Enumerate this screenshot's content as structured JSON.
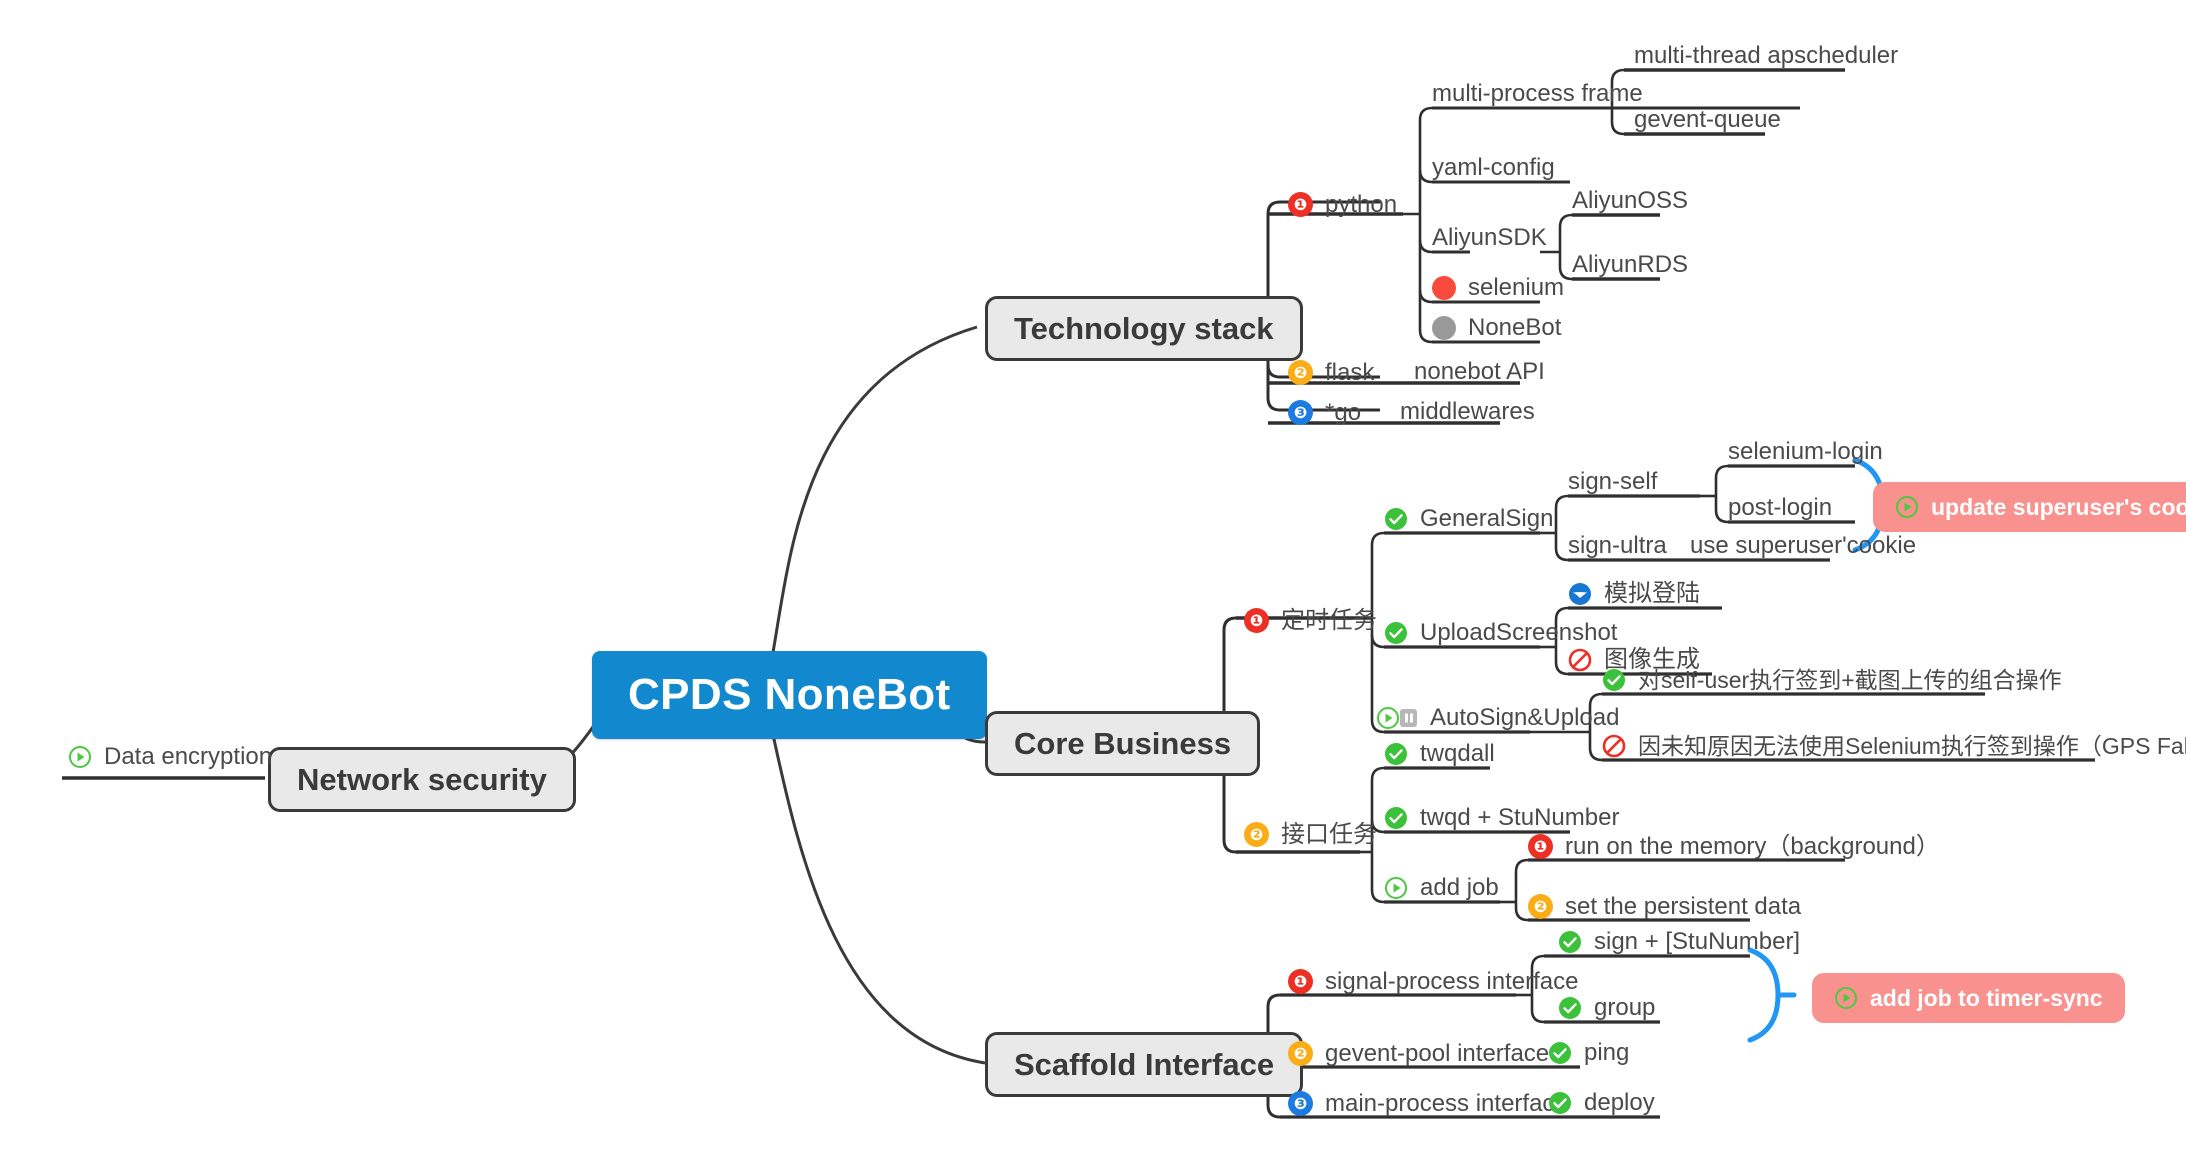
{
  "root": {
    "label": "CPDS NoneBot",
    "color": "#1289CE"
  },
  "topics": {
    "technology": "Technology stack",
    "core": "Core Business",
    "scaffold": "Scaffold Interface",
    "network": "Network security"
  },
  "network_security": {
    "items": [
      {
        "label": "Data encryption",
        "icon": "play-circle-icon"
      }
    ]
  },
  "technology_stack": {
    "items": [
      {
        "label": "python",
        "icon": "badge-1-icon"
      },
      {
        "label": "flask",
        "icon": "badge-2-icon"
      },
      {
        "label": "*go",
        "icon": "badge-3-icon"
      }
    ],
    "python_children": [
      {
        "label": "multi-process frame",
        "icon": "none"
      },
      {
        "label": "yaml-config",
        "icon": "none"
      },
      {
        "label": "AliyunSDK",
        "icon": "none"
      },
      {
        "label": "selenium",
        "icon": "red-dot-icon"
      },
      {
        "label": "NoneBot",
        "icon": "gray-dot-icon"
      }
    ],
    "multi_process_children": [
      {
        "label": "multi-thread apscheduler"
      },
      {
        "label": "gevent-queue"
      }
    ],
    "aliyunsdk_children": [
      {
        "label": "AliyunOSS"
      },
      {
        "label": "AliyunRDS"
      }
    ],
    "flask_children": [
      {
        "label": "nonebot API"
      }
    ],
    "go_children": [
      {
        "label": "middlewares"
      }
    ]
  },
  "core_business": {
    "items": [
      {
        "label": "定时任务",
        "icon": "badge-1-icon"
      },
      {
        "label": "接口任务",
        "icon": "badge-2-icon"
      }
    ],
    "timed_children": [
      {
        "label": "GeneralSign",
        "icon": "green-check-icon"
      },
      {
        "label": "UploadScreenshot",
        "icon": "green-check-icon"
      },
      {
        "label": "AutoSign&Upload",
        "icon": "play-circle-pause-icon"
      }
    ],
    "generalsign_children": [
      {
        "label": "sign-self",
        "icon": "none"
      },
      {
        "label": "sign-ultra",
        "icon": "none"
      }
    ],
    "signself_children": [
      {
        "label": "selenium-login"
      },
      {
        "label": "post-login"
      }
    ],
    "signultra_children": [
      {
        "label": "use superuser'cookie"
      }
    ],
    "upload_children": [
      {
        "label": "模拟登陆",
        "icon": "blue-plane-icon"
      },
      {
        "label": "图像生成",
        "icon": "red-ban-icon"
      }
    ],
    "autosign_children": [
      {
        "label": "对self-user执行签到+截图上传的组合操作",
        "icon": "green-check-icon"
      },
      {
        "label": "因未知原因无法使用Selenium执行签到操作（GPS Faker）",
        "icon": "red-ban-icon"
      }
    ],
    "api_children": [
      {
        "label": "twqdall",
        "icon": "green-check-icon"
      },
      {
        "label": "twqd + StuNumber",
        "icon": "green-check-icon"
      },
      {
        "label": "add job",
        "icon": "play-circle-icon"
      }
    ],
    "addjob_children": [
      {
        "label": "run on the memory（background）",
        "icon": "badge-1-icon"
      },
      {
        "label": "set the persistent data",
        "icon": "badge-2-icon"
      }
    ]
  },
  "scaffold_interface": {
    "items": [
      {
        "label": "signal-process interface",
        "icon": "badge-1-icon"
      },
      {
        "label": "gevent-pool interface",
        "icon": "badge-2-icon"
      },
      {
        "label": "main-process interface",
        "icon": "badge-3-icon"
      }
    ],
    "signal_children": [
      {
        "label": "sign + [StuNumber]",
        "icon": "green-check-icon"
      },
      {
        "label": "group",
        "icon": "green-check-icon"
      }
    ],
    "gevent_children": [
      {
        "label": "ping",
        "icon": "green-check-icon"
      }
    ],
    "main_children": [
      {
        "label": "deploy",
        "icon": "green-check-icon"
      }
    ]
  },
  "callouts": [
    {
      "label": "update superuser's cookie",
      "icon": "play-circle-icon",
      "color": "#F9928E"
    },
    {
      "label": "add job to timer-sync",
      "icon": "play-circle-icon",
      "color": "#F9928E"
    }
  ]
}
